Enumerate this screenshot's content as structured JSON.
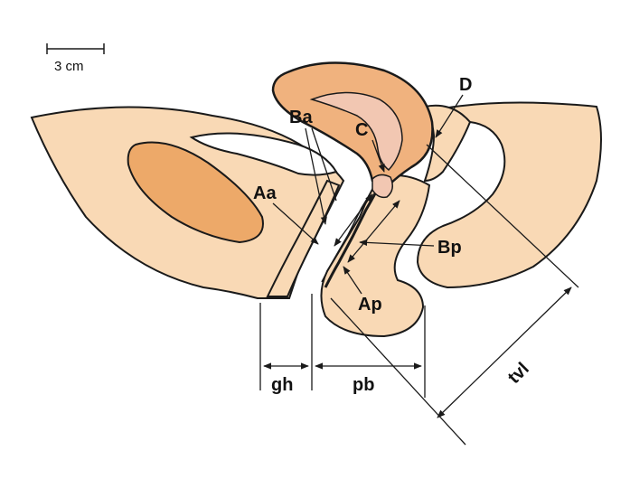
{
  "scale_bar": {
    "label": "3 cm"
  },
  "labels": {
    "Aa": "Aa",
    "Ba": "Ba",
    "C": "C",
    "D": "D",
    "Bp": "Bp",
    "Ap": "Ap",
    "gh": "gh",
    "pb": "pb",
    "tvl": "tvl"
  },
  "colors": {
    "tissue_light": "#f9d9b5",
    "tissue_dark": "#eda969",
    "uterus": "#f0b27e",
    "cavity": "#f2c7b2",
    "outline": "#1a1a1a"
  }
}
